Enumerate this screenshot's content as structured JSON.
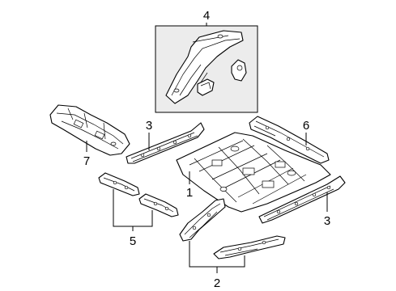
{
  "diagram": {
    "callouts": [
      {
        "id": "floor-pan",
        "number": "1"
      },
      {
        "id": "center-reinforcement",
        "number": "2"
      },
      {
        "id": "side-sill-upper",
        "number": "3"
      },
      {
        "id": "side-sill-lower",
        "number": "3"
      },
      {
        "id": "rear-rail-inset",
        "number": "4"
      },
      {
        "id": "crossmember-brackets",
        "number": "5"
      },
      {
        "id": "rear-sill-member",
        "number": "6"
      },
      {
        "id": "front-rail",
        "number": "7"
      }
    ],
    "colors": {
      "line": "#000000",
      "inset_background": "#ececec",
      "background": "#ffffff"
    }
  }
}
